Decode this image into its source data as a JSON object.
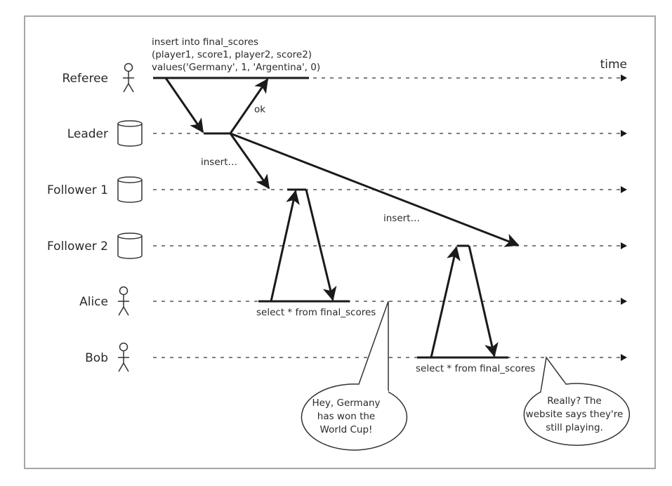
{
  "diagram": {
    "time_label": "time",
    "actors": [
      {
        "name": "Referee",
        "icon": "stick-figure-icon"
      },
      {
        "name": "Leader",
        "icon": "database-icon"
      },
      {
        "name": "Follower 1",
        "icon": "database-icon"
      },
      {
        "name": "Follower 2",
        "icon": "database-icon"
      },
      {
        "name": "Alice",
        "icon": "stick-figure-icon"
      },
      {
        "name": "Bob",
        "icon": "stick-figure-icon"
      }
    ],
    "query_lines": [
      "insert into final_scores",
      "(player1, score1, player2, score2)",
      "values('Germany', 1, 'Argentina', 0)"
    ],
    "messages": {
      "ok": "ok",
      "insert_follower1": "insert…",
      "insert_follower2": "insert…",
      "alice_select": "select * from final_scores",
      "bob_select": "select * from final_scores"
    },
    "bubbles": {
      "alice": [
        "Hey, Germany",
        "has won the",
        "World Cup!"
      ],
      "bob": [
        "Really? The",
        "website says they're",
        "still playing."
      ]
    }
  }
}
